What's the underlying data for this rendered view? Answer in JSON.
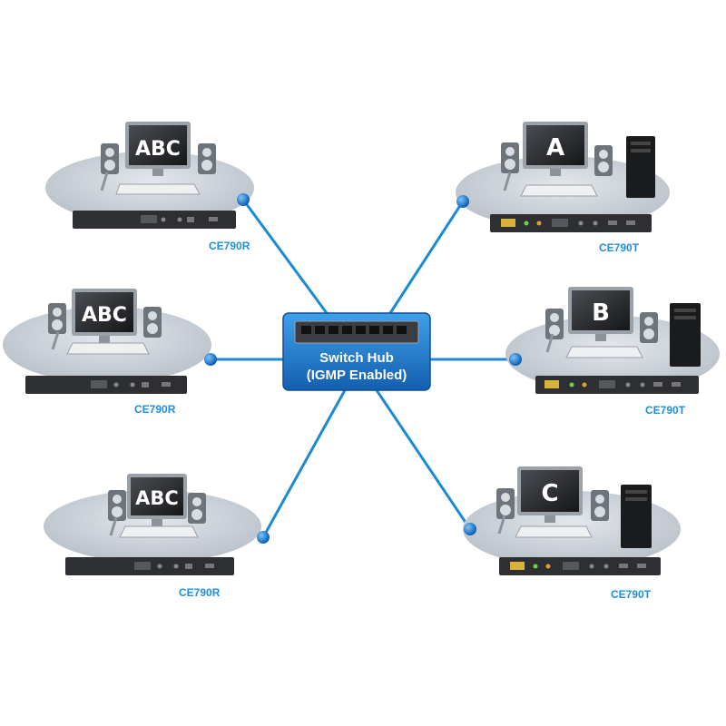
{
  "hub": {
    "line1": "Switch Hub",
    "line2": "(IGMP Enabled)"
  },
  "stations": [
    {
      "monitor_text": "ABC",
      "model": "CE790R",
      "side": "left",
      "role": "receiver"
    },
    {
      "monitor_text": "ABC",
      "model": "CE790R",
      "side": "left",
      "role": "receiver"
    },
    {
      "monitor_text": "ABC",
      "model": "CE790R",
      "side": "left",
      "role": "receiver"
    },
    {
      "monitor_text": "A",
      "model": "CE790T",
      "side": "right",
      "role": "transmitter"
    },
    {
      "monitor_text": "B",
      "model": "CE790T",
      "side": "right",
      "role": "transmitter"
    },
    {
      "monitor_text": "C",
      "model": "CE790T",
      "side": "right",
      "role": "transmitter"
    }
  ],
  "colors": {
    "link": "#1a8ad4",
    "node": "#1f7fd0",
    "hub_fill": "#1e7fcf",
    "platform": "#c9cfd6",
    "unit_body": "#2d2f33",
    "model_label": "#1f8fd6"
  }
}
